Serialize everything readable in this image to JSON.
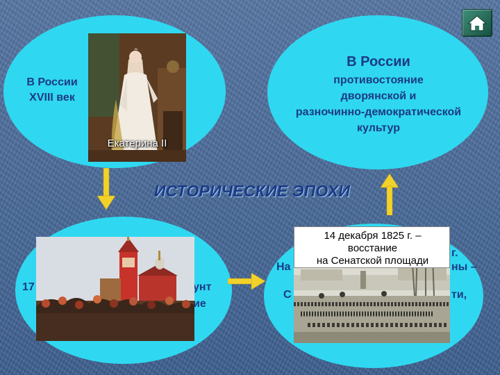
{
  "slide": {
    "heading": "ИСТОРИЧЕСКИЕ ЭПОХИ",
    "top_left": {
      "line1": "В России",
      "line2": "XVIII век"
    },
    "catherine_caption": "Екатерина II",
    "top_right": {
      "title": "В России",
      "line1": "противостояние",
      "line2": "дворянской и",
      "line3": "разночинно-демократической",
      "line4": "культур"
    },
    "bottom_left": {
      "left_fragment": "17",
      "right_fragment1": "унт",
      "right_fragment2": "ие"
    },
    "bottom_right": {
      "caption_line1": "14 декабря 1825 г. –",
      "caption_line2": "восстание",
      "caption_line3": "на Сенатской площади",
      "frag_g": "г.",
      "frag_na": "На",
      "frag_ny": "ны –",
      "frag_s": "С",
      "frag_ti": "ти,"
    }
  },
  "colors": {
    "background": "#4a6c9a",
    "ellipse": "#2fd8f0",
    "text": "#1c3a86",
    "arrow": "#f2d22a"
  },
  "icons": {
    "home": "home-icon"
  }
}
